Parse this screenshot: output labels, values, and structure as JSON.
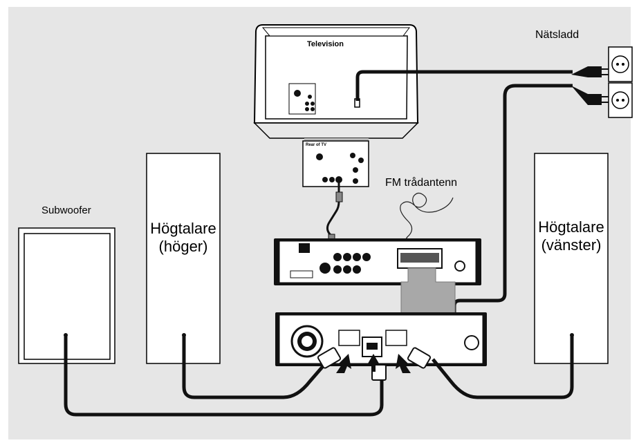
{
  "labels": {
    "television": "Television",
    "power_cord": "Nätsladd",
    "fm_antenna": "FM trådantenn",
    "subwoofer": "Subwoofer",
    "speaker_right": "Högtalare\n(höger)",
    "speaker_left": "Högtalare\n(vänster)",
    "rear_of_tv": "Rear of TV"
  },
  "colors": {
    "background": "#e6e6e6",
    "device_panel": "#ffffff",
    "cable": "#111111",
    "scart_cable": "#a8a8a8"
  }
}
